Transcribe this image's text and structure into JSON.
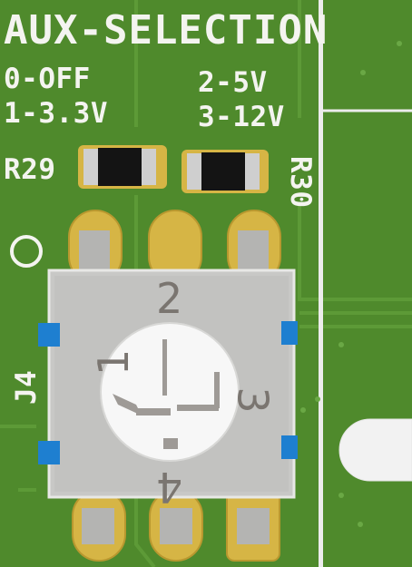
{
  "board": {
    "title": "AUX-SELECTION",
    "options": {
      "opt0": "0-OFF",
      "opt1": "1-3.3V",
      "opt2": "2-5V",
      "opt3": "3-12V"
    },
    "refs": {
      "r29": "R29",
      "r30": "R30",
      "j4": "J4"
    },
    "switch_positions": {
      "p1": "1",
      "p2": "2",
      "p3": "3",
      "p4": "4"
    },
    "colors": {
      "pcb": "#4f8a2c",
      "silkscreen": "#f4f4f0",
      "copper_pad": "#d6b545",
      "switch_body": "#c8c8c6",
      "switch_knob": "#f7f7f7",
      "switch_marker": "#1e7fd0",
      "resistor_body": "#141414"
    }
  }
}
